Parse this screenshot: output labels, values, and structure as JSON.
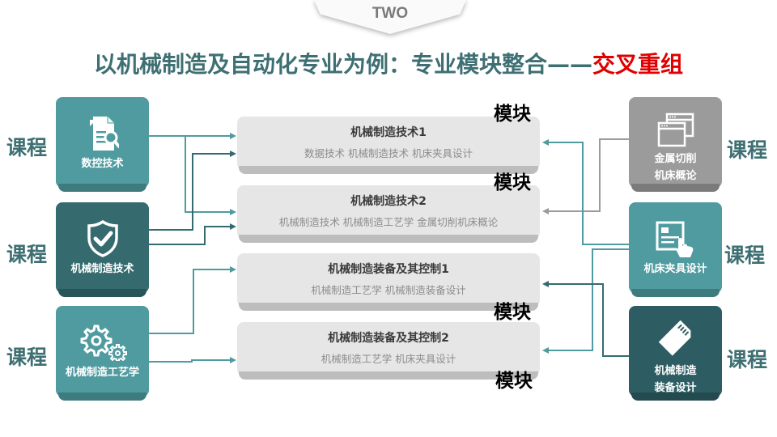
{
  "tab": {
    "label": "TWO"
  },
  "title": {
    "main": "以机械制造及自动化专业为例：专业模块整合——",
    "highlight": "交叉重组"
  },
  "colors": {
    "teal": "#4f9ba0",
    "dark_teal": "#356b6f",
    "darker_teal": "#2d5d63",
    "gray": "#9b9b9b",
    "title": "#3e6f73",
    "highlight": "#e00000"
  },
  "left_courses": [
    {
      "tag": "课程",
      "label": "数控技术",
      "icon": "document-search-icon"
    },
    {
      "tag": "课程",
      "label": "机械制造技术",
      "icon": "shield-check-icon"
    },
    {
      "tag": "课程",
      "label": "机械制造工艺学",
      "icon": "gears-icon"
    }
  ],
  "right_courses": [
    {
      "tag": "课程",
      "label_line1": "金属切削",
      "label_line2": "机床概论",
      "icon": "browser-windows-icon"
    },
    {
      "tag": "课程",
      "label": "机床夹具设计",
      "icon": "touch-screen-icon"
    },
    {
      "tag": "课程",
      "label_line1": "机械制造",
      "label_line2": "装备设计",
      "icon": "sd-card-icon"
    }
  ],
  "modules": [
    {
      "tag": "模块",
      "title": "机械制造技术1",
      "desc": "数据技术 机械制造技术 机床夹具设计"
    },
    {
      "tag": "模块",
      "title": "机械制造技术2",
      "desc": "机械制造技术 机械制造工艺学 金属切削机床概论"
    },
    {
      "tag": "模块",
      "title": "机械制造装备及其控制1",
      "desc": "机械制造工艺学 机械制造装备设计"
    },
    {
      "tag": "模块",
      "title": "机械制造装备及其控制2",
      "desc": "机械制造工艺学 机床夹具设计"
    }
  ]
}
